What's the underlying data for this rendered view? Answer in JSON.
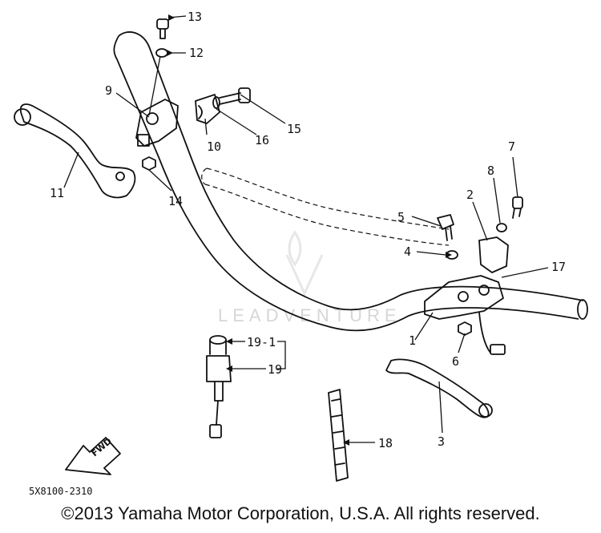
{
  "callouts": {
    "c1": "1",
    "c2": "2",
    "c3": "3",
    "c4": "4",
    "c5": "5",
    "c6": "6",
    "c7": "7",
    "c8": "8",
    "c9": "9",
    "c10": "10",
    "c11": "11",
    "c12": "12",
    "c13": "13",
    "c14": "14",
    "c15": "15",
    "c16": "16",
    "c17": "17",
    "c18": "18",
    "c19": "19",
    "c19_1": "19-1"
  },
  "drawing_code": "5X8100-2310",
  "fwd_label": "FWD",
  "watermark": "LEADVENTURE",
  "copyright": "©2013 Yamaha Motor Corporation, U.S.A. All rights reserved."
}
